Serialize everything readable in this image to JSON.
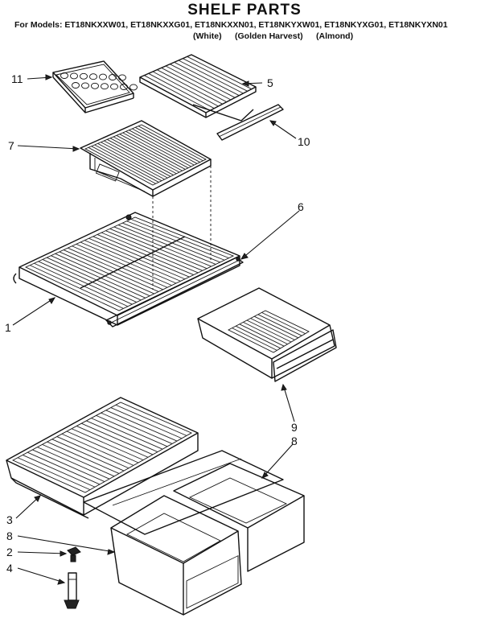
{
  "header": {
    "title": "SHELF PARTS",
    "models_line": "For Models: ET18NKXXW01, ET18NKXXG01, ET18NKXXN01, ET18NKYXW01, ET18NKYXG01, ET18NKYXN01",
    "color_white": "(White)",
    "color_golden": "(Golden Harvest)",
    "color_almond": "(Almond)"
  },
  "callouts": {
    "c11": "11",
    "c5": "5",
    "c10": "10",
    "c7": "7",
    "c6": "6",
    "c1": "1",
    "c9": "9",
    "c8_upper": "8",
    "c3": "3",
    "c8_lower": "8",
    "c2": "2",
    "c4": "4"
  }
}
